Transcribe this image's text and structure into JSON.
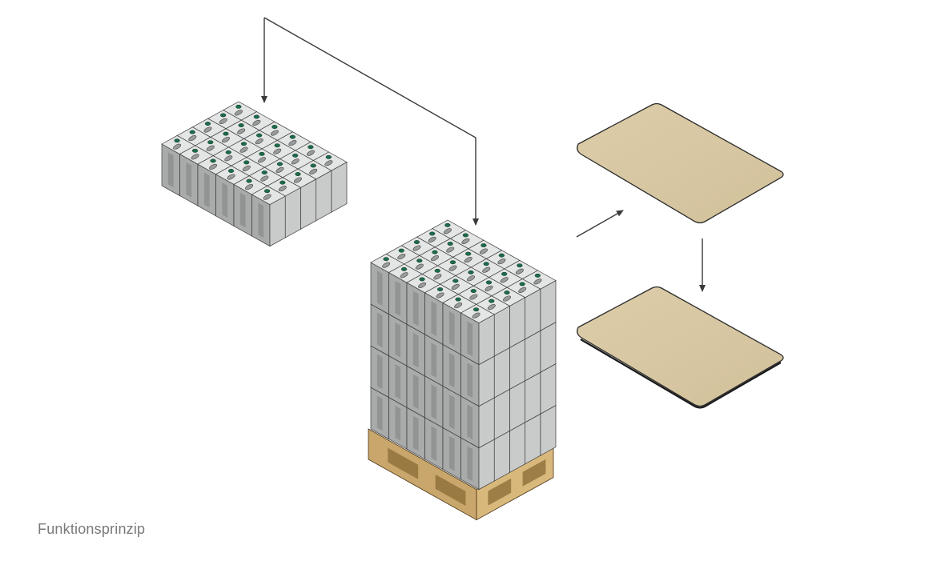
{
  "caption": "Funktionsprinzip",
  "colors": {
    "background": "#ffffff",
    "arrow": "#3a3a3a",
    "container_side_light": "#c9cbcb",
    "container_side_mid": "#a9abab",
    "container_side_dark": "#7f8181",
    "container_top": "#e4e5e5",
    "cap": "#1d6b4a",
    "sheet_fill": "#d8c8a4",
    "sheet_edge": "#2a2a2a",
    "pallet_wood": "#c9a66b",
    "pallet_wood_dark": "#8f6f3a"
  },
  "objects": [
    {
      "name": "container-layer",
      "icon": "container-layer-icon"
    },
    {
      "name": "loaded-pallet",
      "icon": "pallet-stack-icon"
    },
    {
      "name": "intermediate-sheet-top",
      "icon": "sheet-icon"
    },
    {
      "name": "intermediate-sheet-bottom",
      "icon": "sheet-icon"
    }
  ],
  "arrows": [
    {
      "name": "arrow-down-to-layer"
    },
    {
      "name": "arrow-down-to-pallet"
    },
    {
      "name": "arrow-to-sheet"
    },
    {
      "name": "arrow-sheet-down"
    }
  ]
}
